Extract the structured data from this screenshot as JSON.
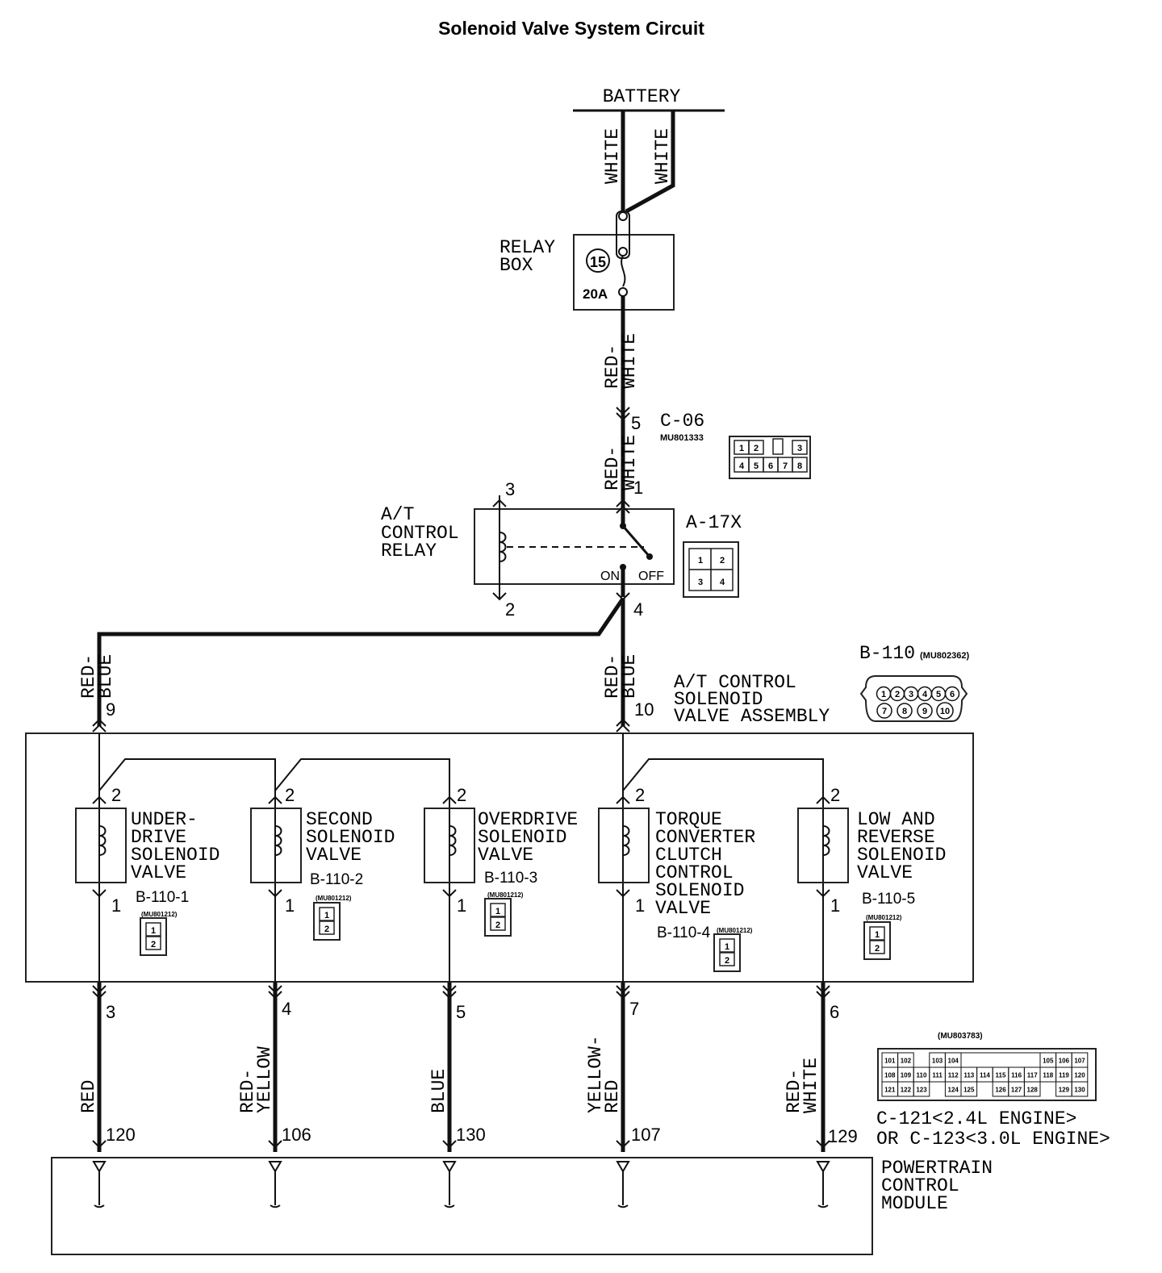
{
  "title": "Solenoid Valve System Circuit",
  "battery": {
    "label": "BATTERY",
    "wire_left": "WHITE",
    "wire_right": "WHITE"
  },
  "relay_box": {
    "label_line1": "RELAY",
    "label_line2": "BOX",
    "fuse_number": "15",
    "fuse_rating": "20A",
    "wire_out_1": "RED-",
    "wire_out_2": "WHITE"
  },
  "connector_c06": {
    "pin": "5",
    "name": "C-06",
    "part": "MU801333",
    "wire_1": "RED-",
    "wire_2": "WHITE",
    "cells_top": [
      "1",
      "2",
      "",
      "3"
    ],
    "cells_bottom": [
      "4",
      "5",
      "6",
      "7",
      "8"
    ]
  },
  "at_relay": {
    "label_line1": "A/T",
    "label_line2": "CONTROL",
    "label_line3": "RELAY",
    "pin_1": "1",
    "pin_2": "2",
    "pin_3": "3",
    "pin_4": "4",
    "on_label": "ON",
    "off_label": "OFF",
    "connector": "A-17X",
    "cells": [
      "1",
      "2",
      "3",
      "4"
    ]
  },
  "feed_left": {
    "wire_1": "RED-",
    "wire_2": "BLUE",
    "pin": "9"
  },
  "feed_center": {
    "wire_1": "RED-",
    "wire_2": "BLUE",
    "pin": "10"
  },
  "assembly": {
    "line1": "A/T CONTROL",
    "line2": "SOLENOID",
    "line3": "VALVE ASSEMBLY",
    "connector": "B-110",
    "part": "(MU802362)",
    "pins_top": [
      "1",
      "2",
      "3",
      "4",
      "5",
      "6"
    ],
    "pins_bottom": [
      "7",
      "8",
      "9",
      "10"
    ]
  },
  "valves": [
    {
      "name_lines": [
        "UNDER-",
        "DRIVE",
        "SOLENOID",
        "VALVE"
      ],
      "connector": "B-110-1",
      "part": "(MU801212)",
      "pin_top": "2",
      "pin_bottom": "1",
      "cells": [
        "1",
        "2"
      ]
    },
    {
      "name_lines": [
        "SECOND",
        "SOLENOID",
        "VALVE"
      ],
      "connector": "B-110-2",
      "part": "(MU801212)",
      "pin_top": "2",
      "pin_bottom": "1",
      "cells": [
        "1",
        "2"
      ]
    },
    {
      "name_lines": [
        "OVERDRIVE",
        "SOLENOID",
        "VALVE"
      ],
      "connector": "B-110-3",
      "part": "(MU801212)",
      "pin_top": "2",
      "pin_bottom": "1",
      "cells": [
        "1",
        "2"
      ]
    },
    {
      "name_lines": [
        "TORQUE",
        "CONVERTER",
        "CLUTCH",
        "CONTROL",
        "SOLENOID",
        "VALVE"
      ],
      "connector": "B-110-4",
      "part": "(MU801212)",
      "pin_top": "2",
      "pin_bottom": "1",
      "cells": [
        "1",
        "2"
      ]
    },
    {
      "name_lines": [
        "LOW AND",
        "REVERSE",
        "SOLENOID",
        "VALVE"
      ],
      "connector": "B-110-5",
      "part": "(MU801212)",
      "pin_top": "2",
      "pin_bottom": "1",
      "cells": [
        "1",
        "2"
      ]
    }
  ],
  "output_wires": [
    {
      "assy_pin": "3",
      "color_1": "RED",
      "color_2": "",
      "pcm_pin": "120"
    },
    {
      "assy_pin": "4",
      "color_1": "RED-",
      "color_2": "YELLOW",
      "pcm_pin": "106"
    },
    {
      "assy_pin": "5",
      "color_1": "BLUE",
      "color_2": "",
      "pcm_pin": "130"
    },
    {
      "assy_pin": "7",
      "color_1": "YELLOW-",
      "color_2": "RED",
      "pcm_pin": "107"
    },
    {
      "assy_pin": "6",
      "color_1": "RED-",
      "color_2": "WHITE",
      "pcm_pin": "129"
    }
  ],
  "pcm_connector": {
    "part": "(MU803783)",
    "row1": [
      "101",
      "102",
      "",
      "103",
      "104",
      "",
      "",
      "",
      "",
      "",
      "105",
      "106",
      "107"
    ],
    "row2": [
      "108",
      "109",
      "110",
      "111",
      "112",
      "113",
      "114",
      "115",
      "116",
      "117",
      "118",
      "119",
      "120"
    ],
    "row3": [
      "121",
      "122",
      "123",
      "",
      "124",
      "125",
      "",
      "126",
      "127",
      "128",
      "",
      "129",
      "130"
    ],
    "line1": "C-121<2.4L ENGINE>",
    "line2": "OR C-123<3.0L ENGINE>"
  },
  "pcm": {
    "line1": "POWERTRAIN",
    "line2": "CONTROL",
    "line3": "MODULE"
  }
}
